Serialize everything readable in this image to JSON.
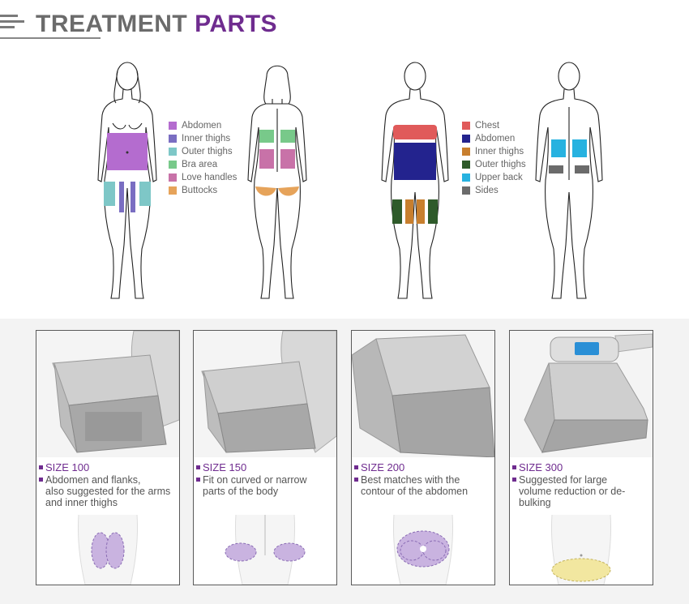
{
  "header": {
    "title_part1": "TREATMENT",
    "title_part2": "PARTS"
  },
  "colors": {
    "accent": "#6f2c8f"
  },
  "female_legend": [
    {
      "label": "Abdomen",
      "color": "#b46ccf"
    },
    {
      "label": "Inner thighs",
      "color": "#7a6ec2"
    },
    {
      "label": "Outer thighs",
      "color": "#7ec7c7"
    },
    {
      "label": "Bra area",
      "color": "#78c98a"
    },
    {
      "label": "Love handles",
      "color": "#c872a8"
    },
    {
      "label": "Buttocks",
      "color": "#e6a35a"
    }
  ],
  "male_legend": [
    {
      "label": "Chest",
      "color": "#e05a5a"
    },
    {
      "label": "Abdomen",
      "color": "#23238e"
    },
    {
      "label": "Inner thighs",
      "color": "#c87f2e"
    },
    {
      "label": "Outer thighs",
      "color": "#2e5a2a"
    },
    {
      "label": "Upper back",
      "color": "#27b2e0"
    },
    {
      "label": "Sides",
      "color": "#6b6b6b"
    }
  ],
  "cards": [
    {
      "size": "SIZE 100",
      "line1": "Abdomen and flanks,",
      "rest": "also suggested for the arms and inner thighs",
      "zone_color": "#c9b3e0"
    },
    {
      "size": "SIZE 150",
      "line1": "Fit on curved or narrow",
      "rest": "parts of the body",
      "zone_color": "#c9b3e0"
    },
    {
      "size": "SIZE 200",
      "line1": "Best matches with the",
      "rest": "contour of the abdomen",
      "zone_color": "#c9b3e0"
    },
    {
      "size": "SIZE 300",
      "line1": "Suggested for large",
      "rest": "volume reduction or de-bulking",
      "zone_color": "#f2e7a0"
    }
  ]
}
